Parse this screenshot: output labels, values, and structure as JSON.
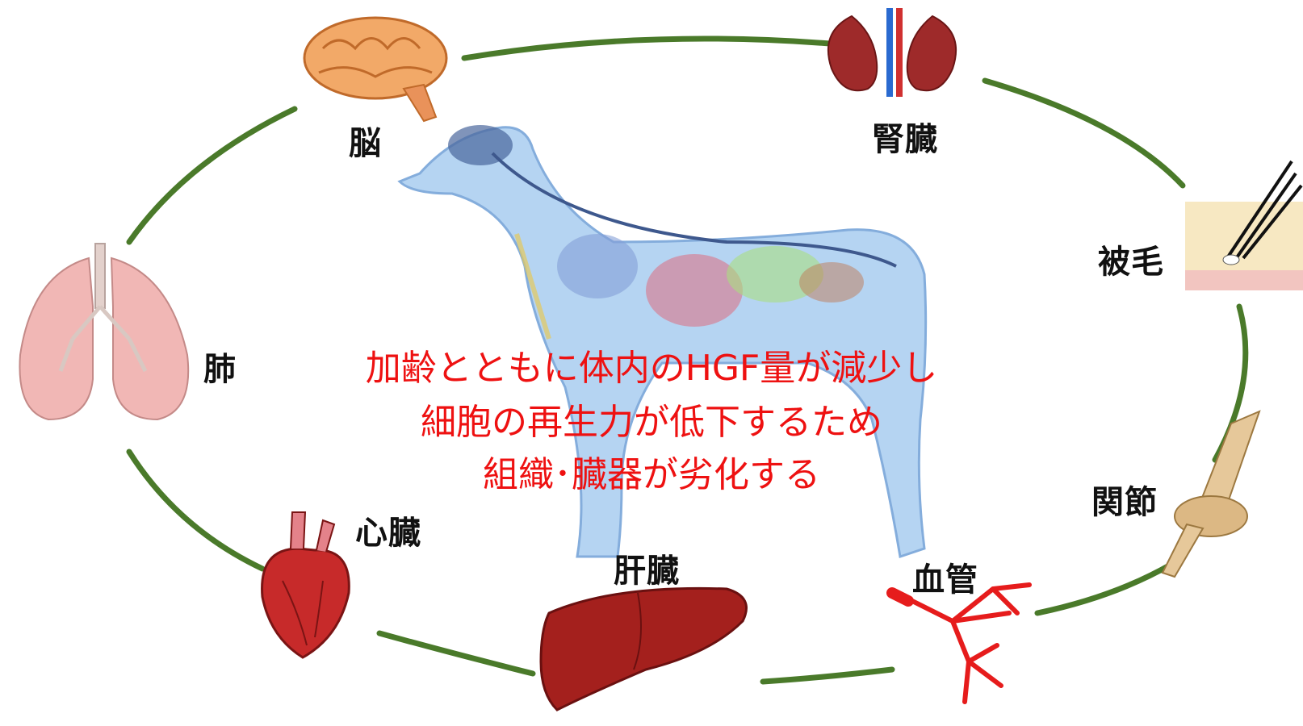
{
  "labels": {
    "brain": "脳",
    "kidney": "腎臓",
    "hair": "被毛",
    "lung": "肺",
    "joint": "関節",
    "heart": "心臓",
    "liver": "肝臓",
    "vessel": "血管"
  },
  "caption": {
    "line1": "加齢とともに体内のHGF量が減少し",
    "line2": "細胞の再生力が低下するため",
    "line3": "組織･臓器が劣化する"
  },
  "colors": {
    "cycle_ring": "#4a7a2a",
    "caption_text": "#ee1111",
    "dog_body": "#a9cdf0"
  },
  "icons": [
    "brain-icon",
    "kidney-icon",
    "hair-skin-icon",
    "lung-icon",
    "joint-icon",
    "heart-icon",
    "liver-icon",
    "blood-vessel-icon",
    "dog-anatomy-icon"
  ]
}
